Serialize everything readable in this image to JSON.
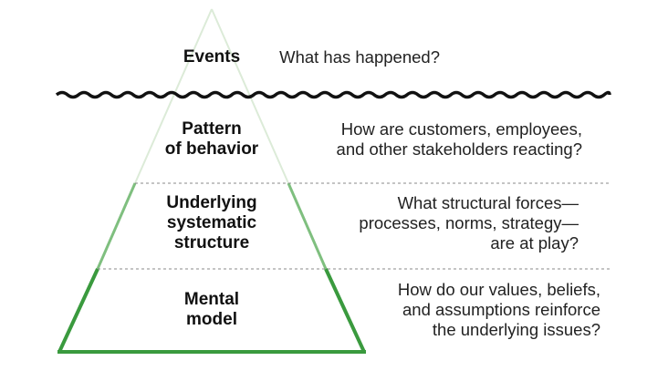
{
  "colors": {
    "light": "#dcebd8",
    "mid": "#7fbf7f",
    "dark": "#3a9a3e",
    "wave": "#111111",
    "dashed": "#8a8a8a"
  },
  "levels": [
    {
      "label": "Events",
      "question": "What has happened?"
    },
    {
      "label": "Pattern\nof behavior",
      "question": "How are customers, employees,\nand other stakeholders reacting?"
    },
    {
      "label": "Underlying\nsystematic\nstructure",
      "question": "What structural forces—\nprocesses, norms, strategy—\nare at play?"
    },
    {
      "label": "Mental\nmodel",
      "question": "How do our values, beliefs,\nand assumptions reinforce\nthe underlying issues?"
    }
  ]
}
